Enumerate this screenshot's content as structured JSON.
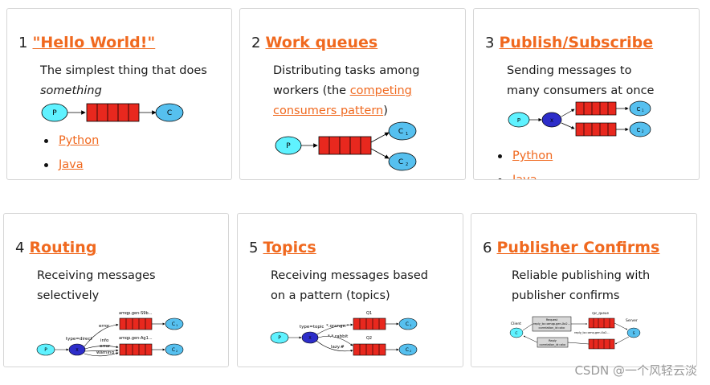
{
  "colors": {
    "link": "#f0691f",
    "producer": "#5ff2ff",
    "consumer": "#56c0ef",
    "exchange": "#2d2dc9",
    "queue": "#e8281e"
  },
  "tutorials": [
    {
      "number": "1",
      "title": "\"Hello World!\"",
      "desc_line1": "The simplest thing that does",
      "desc_em": "something",
      "diagram": {
        "producer": "P",
        "consumer": "C"
      },
      "languages": [
        "Python",
        "Java"
      ]
    },
    {
      "number": "2",
      "title": "Work queues",
      "desc_pre": "Distributing tasks among workers (the ",
      "desc_link": "competing consumers pattern",
      "desc_post": ")",
      "diagram": {
        "producer": "P",
        "consumer1": "C",
        "consumer2": "C",
        "sub1": "1",
        "sub2": "2"
      }
    },
    {
      "number": "3",
      "title": "Publish/Subscribe",
      "desc": "Sending messages to many consumers at once",
      "diagram": {
        "producer": "P",
        "exchange": "X",
        "consumer1": "C",
        "consumer2": "C",
        "sub1": "1",
        "sub2": "2"
      },
      "languages": [
        "Python",
        "Java"
      ]
    },
    {
      "number": "4",
      "title": "Routing",
      "desc": "Receiving messages selectively",
      "diagram": {
        "producer": "P",
        "exchange": "X",
        "consumer1": "C",
        "consumer2": "C",
        "sub1": "1",
        "sub2": "2",
        "type_label": "type=direct",
        "queue1_label": "amqp.gen-S9b...",
        "queue2_label": "amqp.gen-Ag1...",
        "binding1": "error",
        "binding2": "info",
        "binding3": "error",
        "binding4": "warning"
      }
    },
    {
      "number": "5",
      "title": "Topics",
      "desc": "Receiving messages based on a pattern (topics)",
      "diagram": {
        "producer": "P",
        "exchange": "X",
        "consumer1": "C",
        "consumer2": "C",
        "sub1": "1",
        "sub2": "2",
        "type_label": "type=topic",
        "queue1_label": "Q1",
        "queue2_label": "Q2",
        "binding1": "*.orange.*",
        "binding2": "*.*.rabbit",
        "binding3": "lazy.#"
      }
    },
    {
      "number": "6",
      "title": "Publisher Confirms",
      "desc": "Reliable publishing with publisher confirms",
      "diagram": {
        "client": "Client",
        "server": "Server",
        "client_node": "C",
        "server_node": "S",
        "rpc_queue": "rpc_queue",
        "reply_queue": "reply_to=amq.gen-Xa2...",
        "request_line1": "Request",
        "request_line2": "reply_to=amqp.gen-Xa2...",
        "request_line3": "correlation_id=abc",
        "reply_line1": "Reply",
        "reply_line2": "correlation_id=abc"
      }
    }
  ],
  "watermark": "CSDN @一个风轻云淡"
}
